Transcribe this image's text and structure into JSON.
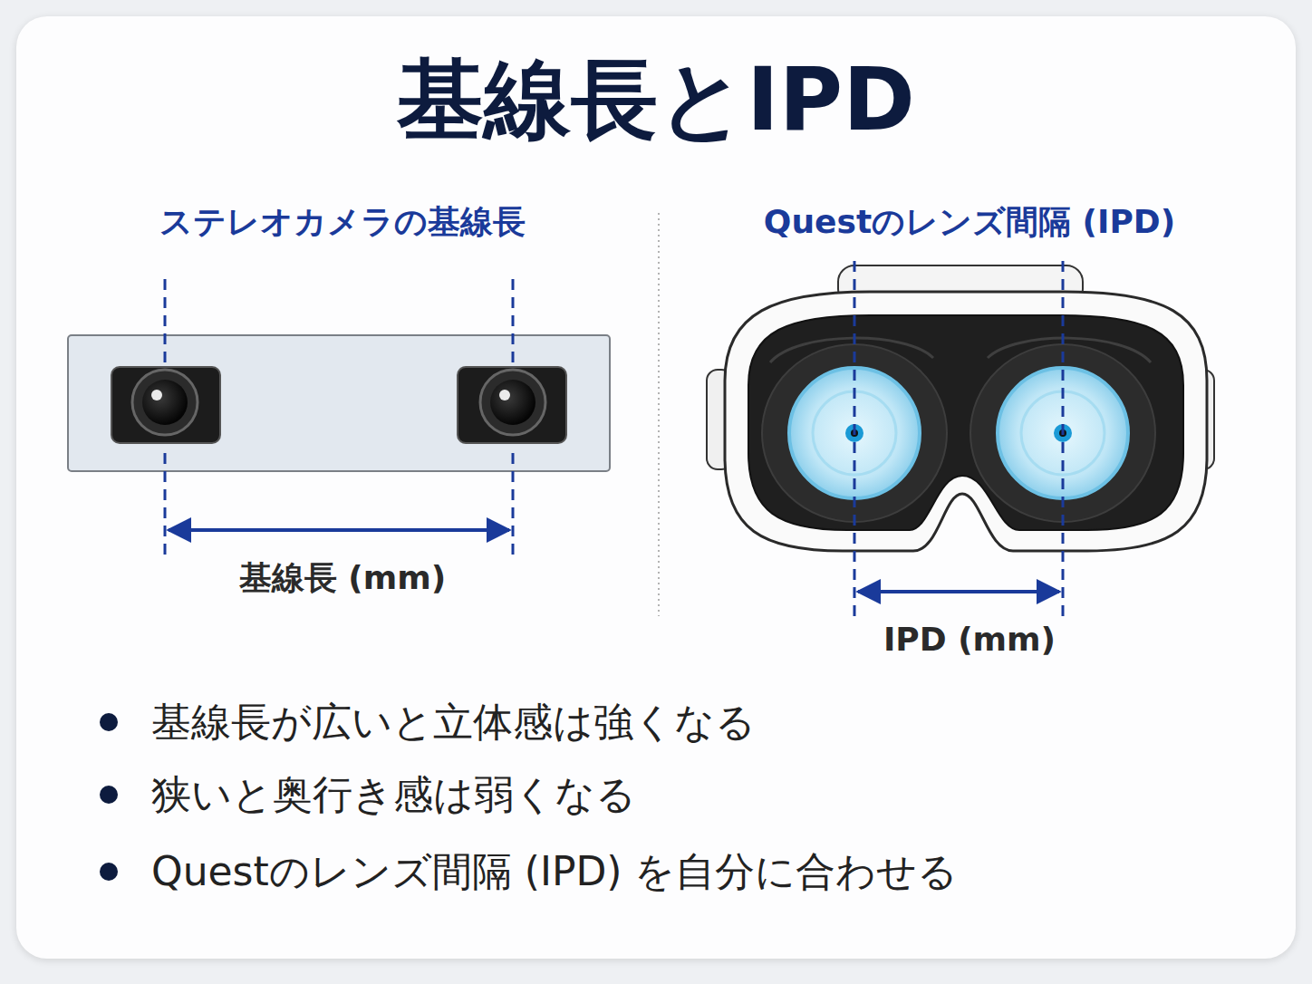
{
  "diagram": {
    "title": "基線長とIPD",
    "labels": [
      "ステレオカメラの基線長",
      "Questのレンズ間隔 (IPD)",
      "基線長 (mm)",
      "IPD (mm)",
      "基線長が広いと立体感は強くなる",
      "狭いと奥行き感は弱くなる",
      "Questのレンズ間隔 (IPD) を自分に合わせる"
    ]
  }
}
